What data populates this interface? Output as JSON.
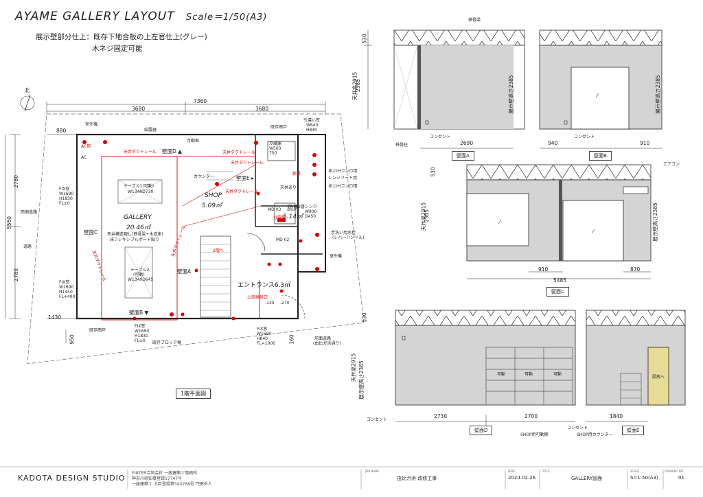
{
  "header": {
    "title": "AYAME GALLERY LAYOUT",
    "scale": "Scale＝1/50(A3)",
    "note_line1": "展示壁部分仕上：既存下地合板の上左官仕上(グレー)",
    "note_line2": "木ネジ固定可能"
  },
  "plan": {
    "north": "北",
    "overall_width": "7360",
    "half_left": "3680",
    "half_right": "3680",
    "left_offset": "880",
    "right_edge_offset": "1430",
    "height_total": "5560",
    "height_upper": "2780",
    "height_lower": "2780",
    "bottom_left": "950",
    "bottom_right": "160",
    "road_left": "西側道路",
    "road_left2": "道路",
    "block_wall": "既存ブロック塀",
    "caption": "1階平面図",
    "rooms": {
      "gallery": "GALLERY",
      "gallery_area": "20.46㎡",
      "gallery_note1": "天井構造現し(鉄骨梁+木造床)",
      "gallery_note2": "床フレキシブルボード貼り",
      "shop": "SHOP",
      "shop_area": "5.09㎡",
      "kitchen": "厨房",
      "kitchen_area": "5.14㎡",
      "entrance": "エントランス6.3㎡"
    },
    "tables": {
      "table1": "テーブル1(可動)",
      "table1_size": "W1340D730",
      "table2": "テーブル2",
      "table2_sub": "(可動)",
      "table2_size": "W1340D645"
    },
    "walls": {
      "wall_a": "壁面A",
      "wall_b": "壁面B ▼",
      "wall_c": "壁面C",
      "wall_d": "壁面D ▲",
      "wall_e": "壁面E ▸"
    },
    "rails": {
      "rail1": "天井ダクトレール",
      "rail2": "天井ダクトレール",
      "rail3": "天井ダクトレール",
      "rail4": "天井ダクトレール",
      "rail5": "天井ダクトレール",
      "rail6": "天井ダクトレール"
    },
    "labels": {
      "outdoor_unit": "室外機",
      "outdoor_unit2": "室外機",
      "existing_door": "既存雨戸",
      "sash": "結露器",
      "movable_window": "可動框",
      "counter": "カウンター",
      "fridge": "冷蔵庫",
      "fridge_size": "W500",
      "fridge_size2": "750",
      "ceiling": "天井あり",
      "sink": "2層シンク",
      "sink_size": "W900",
      "sink_size2": "D450",
      "ih": "卓上IHコンロ用",
      "hood": "レンジフード用",
      "water": "手洗い用水栓",
      "water2": "(レバーハンドル)",
      "tablet_ih": "卓上IHコンロ用",
      "fix_window": "FIX窓",
      "fix1": "W1690",
      "fix2": "H1830",
      "fix3": "FL±0",
      "fix_b1": "W1690",
      "fix_b2": "H1450",
      "fix_b3": "FL+400",
      "window_b": "引違い窓",
      "window_b1": "W640",
      "window_b2": "H840",
      "existing_shutter": "既存雨戸",
      "front_road": "前面道路",
      "front_road2": "(由比ガ浜通り)",
      "ac": "AC用",
      "ac2": "AC",
      "stairs": "2階へ",
      "new": "新設",
      "elec": "分電盤",
      "elec2": "上部換気口",
      "md03": "MD 03",
      "md02": "MD 02",
      "dim135": "-135",
      "dim270": "-270",
      "entrance_door": "室外機",
      "bottom_fix": "FIX窓",
      "bottom_fix1": "W1690",
      "bottom_fix2": "H1830",
      "bottom_fix3": "FL±0",
      "bottom_win": "FIX窓",
      "bottom_win1": "W1690",
      "bottom_win2": "H840",
      "bottom_win3": "FL=1000"
    }
  },
  "elevations": {
    "wall_a": {
      "label": "壁面A",
      "beam": "鉄骨梁",
      "height_ceiling": "天井高2915",
      "height_display": "2385",
      "top": "530",
      "outlet": "コンセント",
      "column": "鉄骨柱",
      "width": "2690"
    },
    "wall_b": {
      "label": "壁面B",
      "height_display": "展示壁高さ2385",
      "outlet": "コンセント",
      "left": "940",
      "right": "910"
    },
    "wall_c": {
      "label": "壁面C",
      "ac": "エアコン",
      "top": "530",
      "height_ceiling": "天井高2915",
      "height_display": "2385",
      "height_right": "展示壁高さ2385",
      "left": "910",
      "right": "870",
      "width": "5485"
    },
    "wall_d": {
      "label": "壁面D",
      "top": "530",
      "height_ceiling": "天井高2915",
      "height_display": "展示壁高さ2385",
      "shelf_label": "可動",
      "outlet": "コンセント",
      "left": "2730",
      "right": "2700",
      "shop_shelf": "SHOP用可動棚"
    },
    "wall_e": {
      "label": "壁面E",
      "door": "厨房へ",
      "outlet": "コンセント",
      "counter": "SHOP用カウンター",
      "width": "1840"
    }
  },
  "title_block": {
    "studio": "KADOTA DESIGN STUDIO",
    "firm1": "FINTER合同会社 一級建築士事務所",
    "firm2": "神奈川県知事登録17747号",
    "firm3": "一級建築士 大臣登録第343258号 門田岳人",
    "job_label": "JOB NAME",
    "job": "由比ガ浜 改修工事",
    "date_label": "DATE",
    "date": "2024.02.26",
    "title_label": "TITLE",
    "drawing_title": "GALLERY図面",
    "scale_label": "SCALE",
    "scale": "S=1:50(A3)",
    "drawing_no_label": "DRAWING NO.",
    "drawing_no": "01"
  },
  "colors": {
    "wall_fill": "#d4d4d4",
    "accent_red": "#d40000",
    "door_yellow": "#e6dc98"
  }
}
